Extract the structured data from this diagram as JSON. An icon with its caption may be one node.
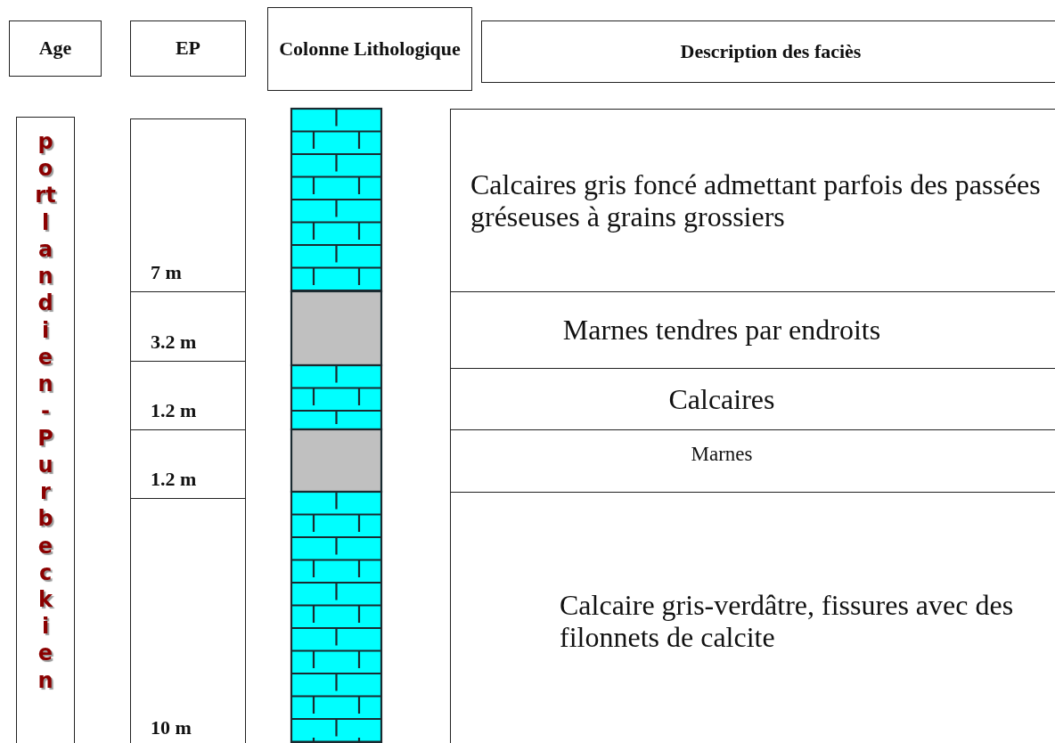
{
  "diagram": {
    "nodes": [
      {
        "text": [
          "Age"
        ]
      },
      {
        "text": [
          "EP"
        ]
      },
      {
        "text": [
          "Colonne Lithologique"
        ]
      },
      {
        "text": [
          "Description des faciès"
        ]
      },
      {
        "text": [
          "portlandien - Purbeckien"
        ]
      },
      {
        "text": [
          "7 m"
        ]
      },
      {
        "text": [
          "3.2 m"
        ]
      },
      {
        "text": [
          "1.2 m"
        ]
      },
      {
        "text": [
          "1.2 m"
        ]
      },
      {
        "text": [
          "10 m"
        ]
      },
      {
        "text": [
          "Calcaires gris foncé admettant parfois des passées gréseuses à grains grossiers"
        ]
      },
      {
        "text": [
          "Marnes tendres par endroits"
        ]
      },
      {
        "text": [
          "Calcaires"
        ]
      },
      {
        "text": [
          "Marnes"
        ]
      },
      {
        "text": [
          "Calcaire gris-verdâtre, fissures avec des filonnets de calcite"
        ]
      }
    ]
  }
}
